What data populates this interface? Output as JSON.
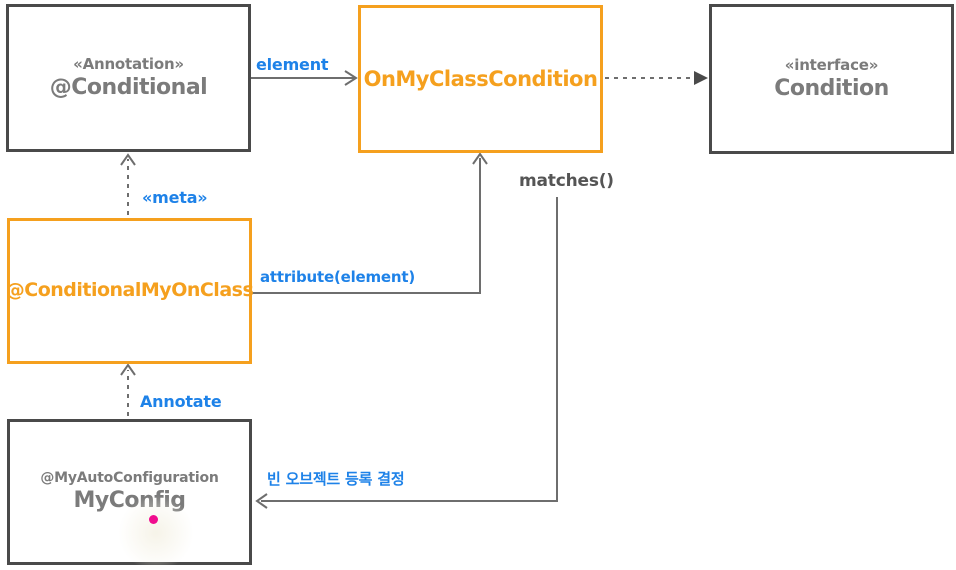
{
  "diagram": {
    "boxes": {
      "conditional": {
        "stereotype": "«Annotation»",
        "name": "@Conditional"
      },
      "onmyclasscondition": {
        "name": "OnMyClassCondition"
      },
      "condition": {
        "stereotype": "«interface»",
        "name": "Condition"
      },
      "conditionalmyonclass": {
        "name": "@ConditionalMyOnClass"
      },
      "myconfig": {
        "stereotype": "@MyAutoConfiguration",
        "name": "MyConfig"
      }
    },
    "labels": {
      "element": "element",
      "meta": "«meta»",
      "attribute": "attribute(element)",
      "matches": "matches()",
      "annotate": "Annotate",
      "bean_decision": "빈 오브젝트 등록 결정"
    },
    "colors": {
      "orange_accent": "#f5a01e",
      "blue_label": "#1e82e8",
      "gray_text": "#7b7b7b",
      "dark_border": "#4a4a4a",
      "arrow_gray": "#6e6e6e",
      "pointer_dot_pink": "#f00c8e"
    }
  }
}
